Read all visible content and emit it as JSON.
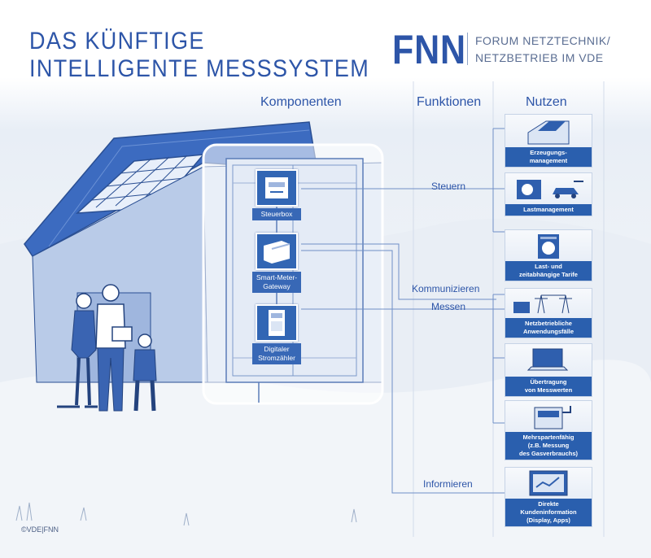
{
  "title": {
    "line1": "DAS KÜNFTIGE",
    "line2": "INTELLIGENTE MESSSYSTEM"
  },
  "logo": {
    "text": "FNN",
    "org_line1": "FORUM NETZTECHNIK/",
    "org_line2": "NETZBETRIEB IM VDE"
  },
  "columns": {
    "komponenten": "Komponenten",
    "funktionen": "Funktionen",
    "nutzen": "Nutzen"
  },
  "components": [
    {
      "label": "Steuerbox"
    },
    {
      "label1": "Smart-Meter-",
      "label2": "Gateway"
    },
    {
      "label1": "Digitaler",
      "label2": "Stromzähler"
    }
  ],
  "functions": {
    "steuern": "Steuern",
    "kommunizieren": "Kommunizieren",
    "messen": "Messen",
    "informieren": "Informieren"
  },
  "benefits": [
    {
      "line1": "Erzeugungs-",
      "line2": "management",
      "line3": ""
    },
    {
      "line1": "Lastmanagement",
      "line2": "",
      "line3": ""
    },
    {
      "line1": "Last- und",
      "line2": "zeitabhängige Tarife",
      "line3": ""
    },
    {
      "line1": "Netzbetriebliche",
      "line2": "Anwendungsfälle",
      "line3": ""
    },
    {
      "line1": "Übertragung",
      "line2": "von Messwerten",
      "line3": ""
    },
    {
      "line1": "Mehrspartenfähig",
      "line2": "(z.B. Messung",
      "line3": "des Gasverbrauchs)"
    },
    {
      "line1": "Direkte",
      "line2": "Kundeninformation",
      "line3": "(Display, Apps)"
    }
  ],
  "copyright": "©VDE|FNN",
  "colors": {
    "brand_blue": "#2d55a8",
    "label_blue": "#2a5fae",
    "connector": "#6f8fc6",
    "house_blue": "#3c6bc0"
  }
}
